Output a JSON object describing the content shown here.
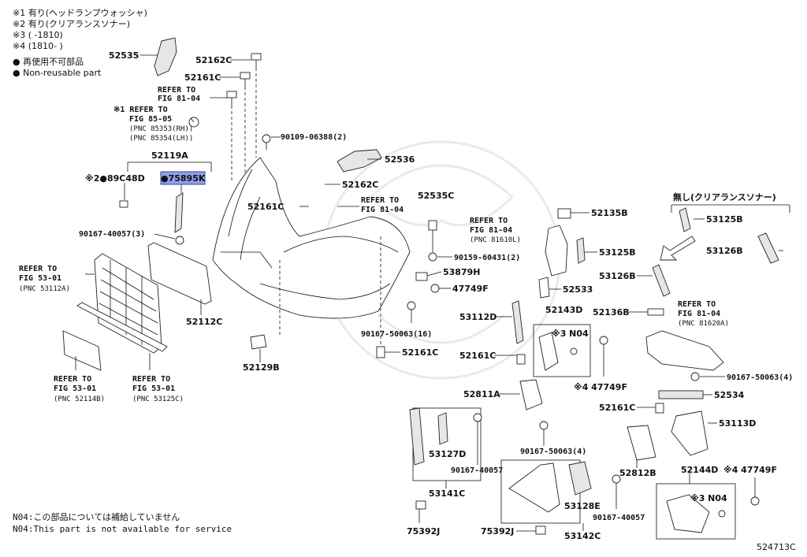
{
  "notes": {
    "line1": "※1 有り(ヘッドランプウォッシャ)",
    "line2": "※2 有り(クリアランスソナー)",
    "line3": "※3 (      -1810)",
    "line4": "※4 (1810-      )",
    "line5": "● 再使用不可部品",
    "line6": "● Non-reusable part"
  },
  "footer": {
    "n04_jp": "N04:この部品については補給していません",
    "n04_en": "N04:This part is not available for service",
    "figure_code": "524713C"
  },
  "right_header": "無し(クリアランスソナー)",
  "labels": {
    "p52535": "52535",
    "p52162C_a": "52162C",
    "p52161C_a": "52161C",
    "ref81_04_a": "REFER TO",
    "ref81_04_a2": "FIG 81-04",
    "ref85_05_a": "※1 REFER TO",
    "ref85_05_b": "FIG 85-05",
    "pnc85353": "(PNC 85353(RH))",
    "pnc85354": "(PNC 85354(LH))",
    "p90109": "90109-06388(2)",
    "p52536": "52536",
    "p52119A": "52119A",
    "p89C48D": "※2●89C48D",
    "p75895K": "●75895K",
    "p52162C_b": "52162C",
    "p52161C_b": "52161C",
    "ref81_04_b": "REFER TO",
    "ref81_04_b2": "FIG 81-04",
    "p52535C": "52535C",
    "p90167_40057_3": "90167-40057(3)",
    "ref53_01_a": "REFER TO",
    "ref53_01_a2": "FIG 53-01",
    "pnc53112A": "(PNC 53112A)",
    "p52112C": "52112C",
    "p52129B": "52129B",
    "ref53_01_b": "REFER TO",
    "ref53_01_b2": "FIG 53-01",
    "pnc52114B": "(PNC 52114B)",
    "ref53_01_c": "REFER TO",
    "ref53_01_c2": "FIG 53-01",
    "pnc53125C": "(PNC 53125C)",
    "p90159": "90159-60431(2)",
    "p53879H": "53879H",
    "p47749F_a": "47749F",
    "p90167_50063_16": "90167-50063(16)",
    "p52161C_c": "52161C",
    "ref81_04_c": "REFER TO",
    "ref81_04_c2": "FIG 81-04",
    "pnc81610L": "(PNC 81610L)",
    "p52135B": "52135B",
    "p53125B_a": "53125B",
    "p53126B_a": "53126B",
    "p52533": "52533",
    "p53112D": "53112D",
    "p52143D": "52143D",
    "n04_a": "※3 N04",
    "p52161C_d": "52161C",
    "p47749F_b": "※4 47749F",
    "p52811A": "52811A",
    "p53125B_b": "53125B",
    "p53126B_b": "53126B",
    "p52136B": "52136B",
    "ref81_04_d": "REFER TO",
    "ref81_04_d2": "FIG 81-04",
    "pnc81620A": "(PNC 81620A)",
    "p90167_50063_4a": "90167-50063(4)",
    "p52534": "52534",
    "p52161C_e": "52161C",
    "p53113D": "53113D",
    "p53127D": "53127D",
    "p90167_40057_a": "90167-40057",
    "p90167_50063_4b": "90167-50063(4)",
    "p52812B": "52812B",
    "p52144D": "52144D",
    "p47749F_c": "※4 47749F",
    "n04_b": "※3 N04",
    "p53141C": "53141C",
    "p53128E": "53128E",
    "p90167_40057_b": "90167-40057",
    "p75392J_a": "75392J",
    "p75392J_b": "75392J",
    "p53142C": "53142C"
  }
}
